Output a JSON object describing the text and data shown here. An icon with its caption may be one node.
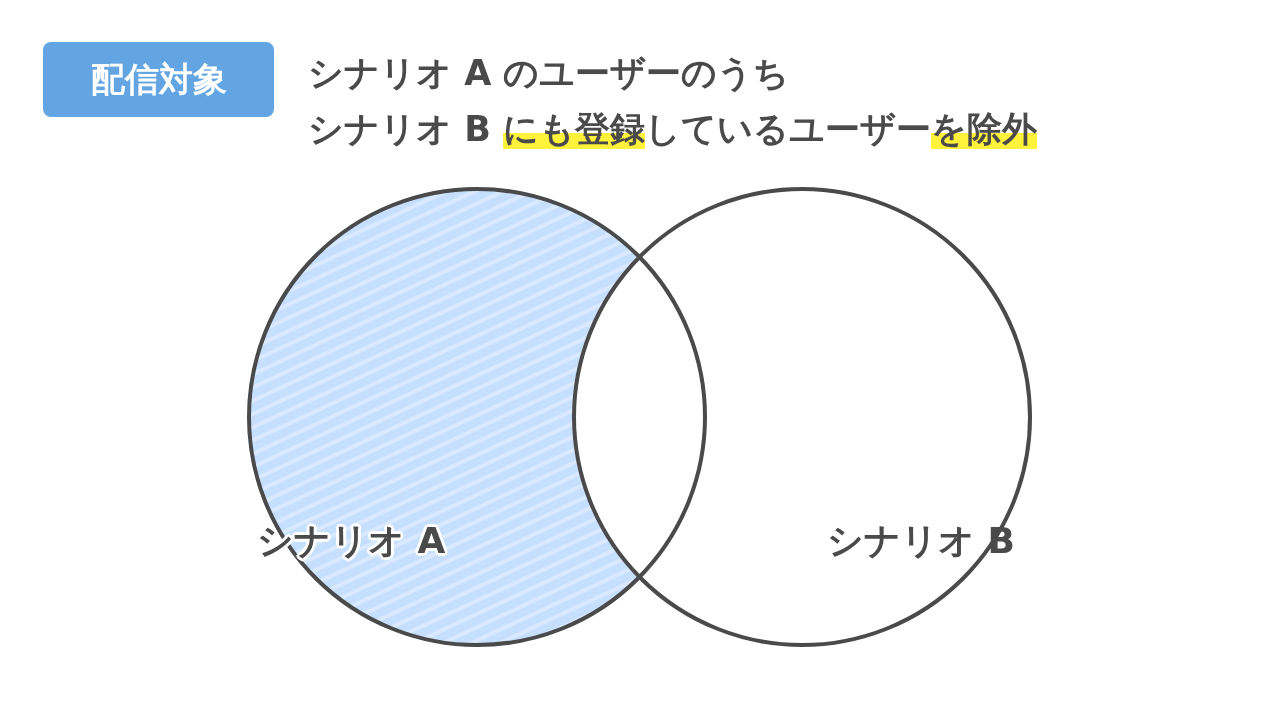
{
  "diagram": {
    "nodes": [
      {
        "text": [
          "配信対象"
        ]
      },
      {
        "text": [
          "シナリオ A"
        ]
      },
      {
        "text": [
          "シナリオ B"
        ]
      }
    ],
    "edges": [],
    "labels": [
      "シナリオ A のユーザーのうち",
      "シナリオ B **にも登録**しているユーザー**を除外**"
    ]
  }
}
